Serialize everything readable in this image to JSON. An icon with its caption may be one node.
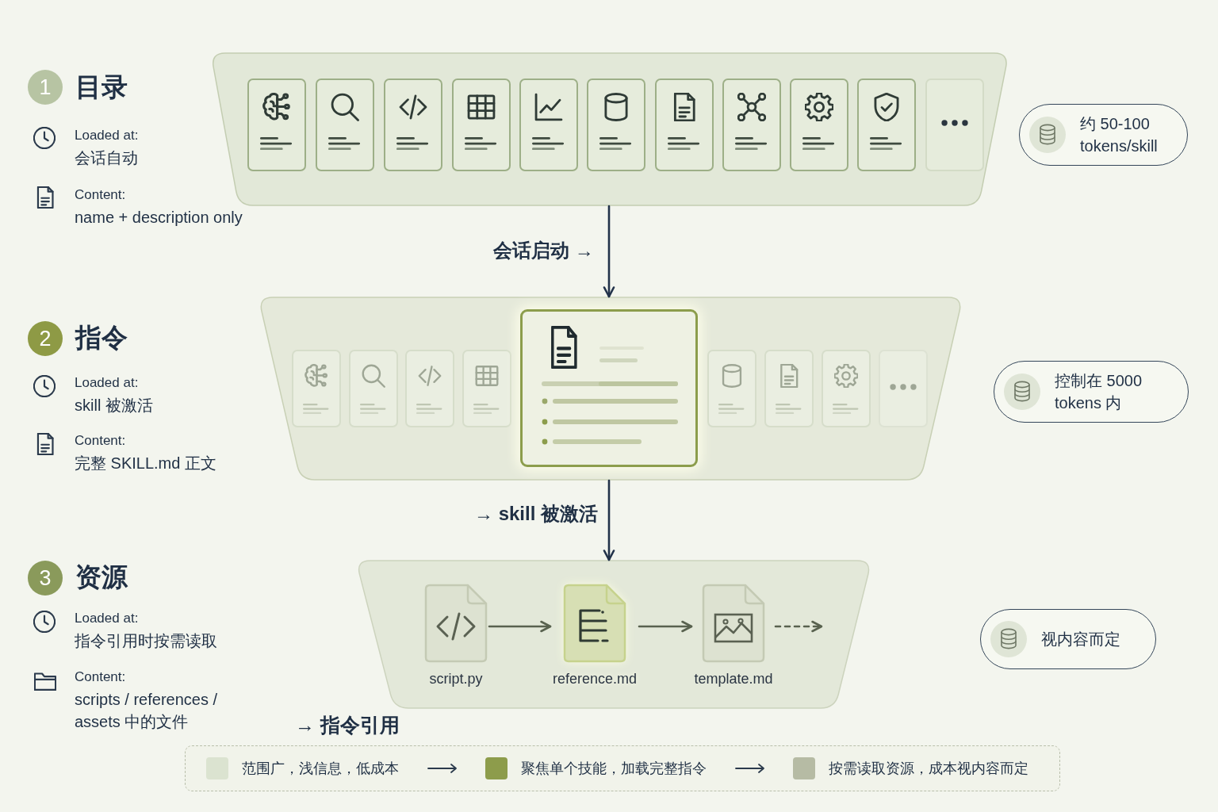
{
  "diagram": {
    "nodes": [
      {
        "text": [
          "1"
        ],
        "beside": [
          "目录"
        ]
      },
      {
        "text": [],
        "shape": "trapezoid"
      },
      {
        "text": [],
        "shape": "box",
        "in": 1
      },
      {
        "text": [],
        "shape": "box",
        "in": 1
      },
      {
        "text": [],
        "shape": "box",
        "in": 1
      },
      {
        "text": [],
        "shape": "box",
        "in": 1
      },
      {
        "text": [],
        "shape": "box",
        "in": 1
      },
      {
        "text": [],
        "shape": "box",
        "in": 1
      },
      {
        "text": [],
        "shape": "box",
        "in": 1
      },
      {
        "text": [],
        "shape": "box",
        "in": 1
      },
      {
        "text": [],
        "shape": "box",
        "in": 1
      },
      {
        "text": [],
        "shape": "box",
        "in": 1
      },
      {
        "text": [],
        "shape": "box",
        "in": 1
      },
      {
        "text": [
          "约 50-100 tokens/skill"
        ]
      },
      {
        "text": [
          "2"
        ],
        "beside": [
          "指令"
        ]
      },
      {
        "text": [],
        "shape": "trapezoid"
      },
      {
        "text": [],
        "shape": "box",
        "in": 15
      },
      {
        "text": [],
        "shape": "box",
        "in": 15
      },
      {
        "text": [],
        "shape": "box",
        "in": 15
      },
      {
        "text": [],
        "shape": "box",
        "in": 15
      },
      {
        "text": [],
        "shape": "box",
        "in": 15
      },
      {
        "text": [],
        "shape": "box",
        "in": 15
      },
      {
        "text": [],
        "shape": "box",
        "in": 15
      },
      {
        "text": [],
        "shape": "box",
        "in": 15
      },
      {
        "text": [],
        "shape": "box",
        "in": 15
      },
      {
        "text": [
          "控制在 5000 tokens 内"
        ]
      },
      {
        "text": [
          "3"
        ],
        "beside": [
          "资源"
        ]
      },
      {
        "text": [],
        "shape": "trapezoid"
      },
      {
        "text": [
          "script.py"
        ],
        "in": 27
      },
      {
        "text": [
          "reference.md"
        ],
        "in": 27
      },
      {
        "text": [
          "template.md"
        ],
        "in": 27
      },
      {
        "text": [
          "视内容而定"
        ]
      }
    ],
    "edges": [
      {
        "from": 1,
        "to": 15,
        "arrow": "to",
        "label": "会话启动 →",
        "color": "#22324a"
      },
      {
        "from": 15,
        "to": 27,
        "arrow": "to",
        "label": "→ skill 被激活",
        "color": "#22324a"
      },
      {
        "from": 28,
        "to": 29,
        "arrow": "to"
      },
      {
        "from": 29,
        "to": 30,
        "arrow": "to"
      },
      {
        "from": 30,
        "to": null,
        "arrow": "to",
        "style": "dashed"
      }
    ],
    "labels": [
      "Loaded at:",
      "会话自动",
      "Content:",
      "name + description only",
      "Loaded at:",
      "skill 被激活",
      "Content:",
      "完整 SKILL.md 正文",
      "Loaded at:",
      "指令引用时按需读取",
      "Content:",
      "scripts / references / assets 中的文件",
      "→ 指令引用"
    ],
    "legend": [
      {
        "text": "范围广，浅信息，低成本",
        "color": "#dbe3d0"
      },
      {
        "text": "聚焦单个技能，加载完整指令",
        "color": "#8d9c4b"
      },
      {
        "text": "按需读取资源，成本视内容而定",
        "color": "#b6bba4"
      }
    ]
  }
}
